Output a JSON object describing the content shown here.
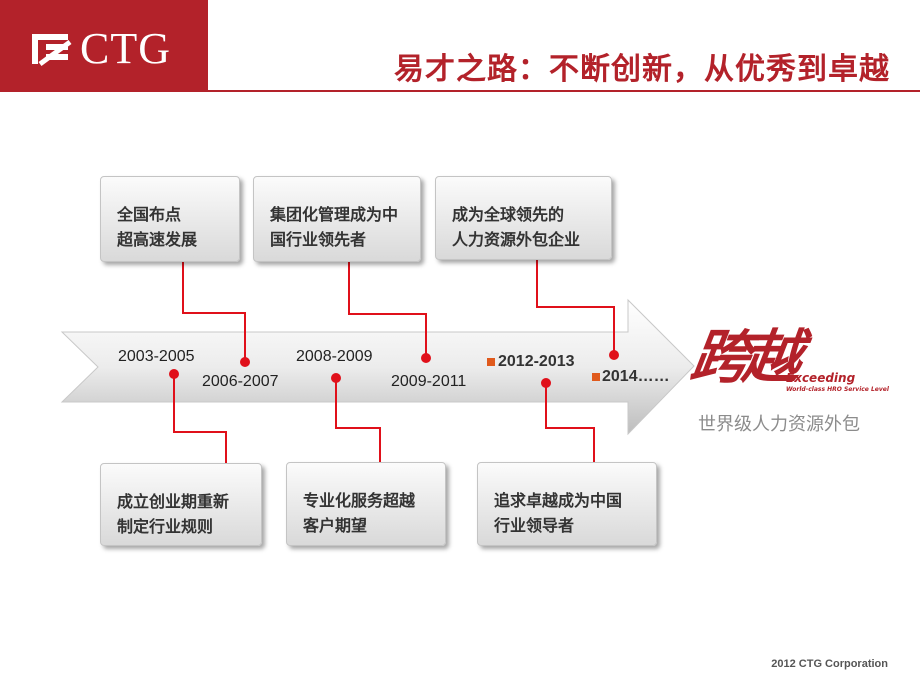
{
  "header": {
    "logo_text": "CTG",
    "title": "易才之路：不断创新，从优秀到卓越"
  },
  "timeline": {
    "years": {
      "y1": "2003-2005",
      "y2": "2006-2007",
      "y3": "2008-2009",
      "y4": "2009-2011",
      "y5": "2012-2013",
      "y6": "2014……"
    },
    "top_boxes": [
      {
        "line1": "全国布点",
        "line2": "超高速发展"
      },
      {
        "line1": "集团化管理成为中",
        "line2": "国行业领先者"
      },
      {
        "line1": "成为全球领先的",
        "line2": "人力资源外包企业"
      }
    ],
    "bottom_boxes": [
      {
        "line1": "成立创业期重新",
        "line2": "制定行业规则"
      },
      {
        "line1": "专业化服务超越",
        "line2": "客户期望"
      },
      {
        "line1": "追求卓越成为中国",
        "line2": "行业领导者"
      }
    ]
  },
  "brand": {
    "chinese": "跨越",
    "english": "Exceeding",
    "tagline": "World-class HRO Service Level",
    "subtitle": "世界级人力资源外包"
  },
  "footer": {
    "copyright": "2012 CTG Corporation"
  },
  "colors": {
    "accent": "#b3222a",
    "connector": "#e0101a",
    "marker": "#e05a1c"
  }
}
